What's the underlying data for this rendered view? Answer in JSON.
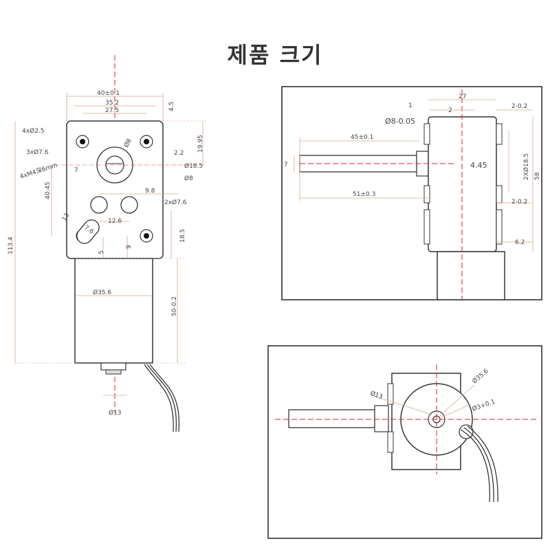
{
  "title": "제품 크기",
  "colors": {
    "outline": "#333333",
    "dimension": "#d9a58f",
    "centerline": "#e02020",
    "frame": "#222222"
  },
  "front_view": {
    "width_total": "40±0.1",
    "width_holes": "35.2",
    "width_inner": "27.5",
    "top_offset": "4.5",
    "holes_label": "4xØ2.5",
    "three_holes": "3xØ7.6",
    "screw_label": "4xM4深6mm",
    "shaft_label_top": "Ø8",
    "offset_22": "2.2",
    "height_1995": "19.95",
    "boss_185": "Ø18.5",
    "shaft_8": "Ø8",
    "dim_7": "7",
    "dim_4045": "40.45",
    "dim_98": "9.8",
    "two_holes": "2xØ7.6",
    "dim_13": "13",
    "dim_126": "12.6",
    "dim_76": "7.6",
    "dim_185v": "18.5",
    "dim_5": "5",
    "dim_9": "9",
    "total_height": "113.4",
    "motor_dia": "Ø35.6",
    "motor_len": "50-0.2",
    "bottom_dia": "Ø13"
  },
  "side_view": {
    "dim_27": "27",
    "dim_1": "1",
    "dim_2": "2",
    "dim_2_02_top": "2-0.2",
    "shaft_dia": "Ø8-0.05",
    "dim_45": "45±0.1",
    "dim_7": "7",
    "dim_445": "4.45",
    "dim_2x185": "2XØ18.5",
    "dim_58": "58",
    "dim_51": "51±0.3",
    "dim_2_02_mid": "2-0.2",
    "dim_62": "6.2"
  },
  "end_view": {
    "dia_13": "Ø13",
    "dia_356": "Ø35.6",
    "dia_3": "Ø3+0.1"
  }
}
